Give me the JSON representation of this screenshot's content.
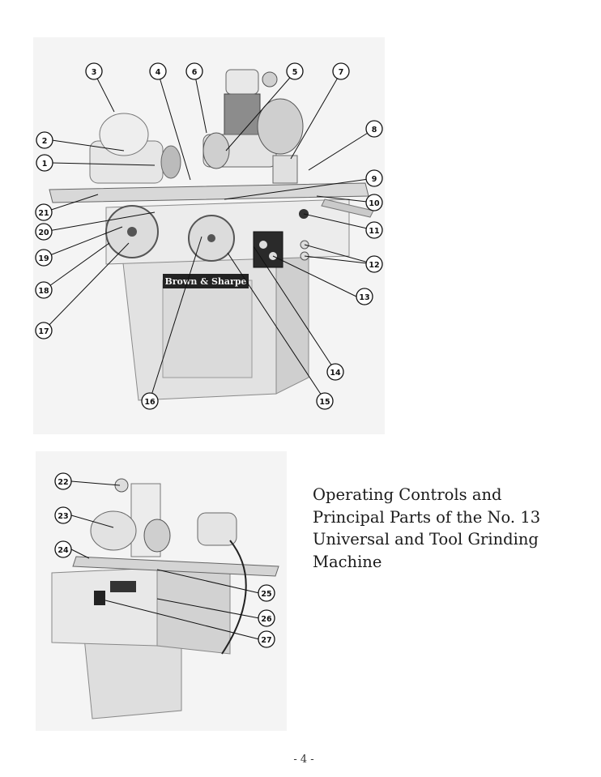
{
  "callouts_top": [
    {
      "label": "1"
    },
    {
      "label": "2"
    },
    {
      "label": "3"
    },
    {
      "label": "4"
    },
    {
      "label": "5"
    },
    {
      "label": "6"
    },
    {
      "label": "7"
    },
    {
      "label": "8"
    },
    {
      "label": "9"
    },
    {
      "label": "10"
    },
    {
      "label": "11"
    },
    {
      "label": "12"
    },
    {
      "label": "13"
    },
    {
      "label": "14"
    },
    {
      "label": "15"
    },
    {
      "label": "16"
    },
    {
      "label": "17"
    },
    {
      "label": "18"
    },
    {
      "label": "19"
    },
    {
      "label": "20"
    },
    {
      "label": "21"
    }
  ],
  "callouts_bottom": [
    {
      "label": "22"
    },
    {
      "label": "23"
    },
    {
      "label": "24"
    },
    {
      "label": "25"
    },
    {
      "label": "26"
    },
    {
      "label": "27"
    }
  ],
  "brand_plate": "Brown & Sharpe",
  "caption_lines": [
    "Operating Controls and",
    "Principal Parts of the No. 13",
    "Universal and Tool Grinding",
    "Machine"
  ],
  "page_number": "- 4 -"
}
